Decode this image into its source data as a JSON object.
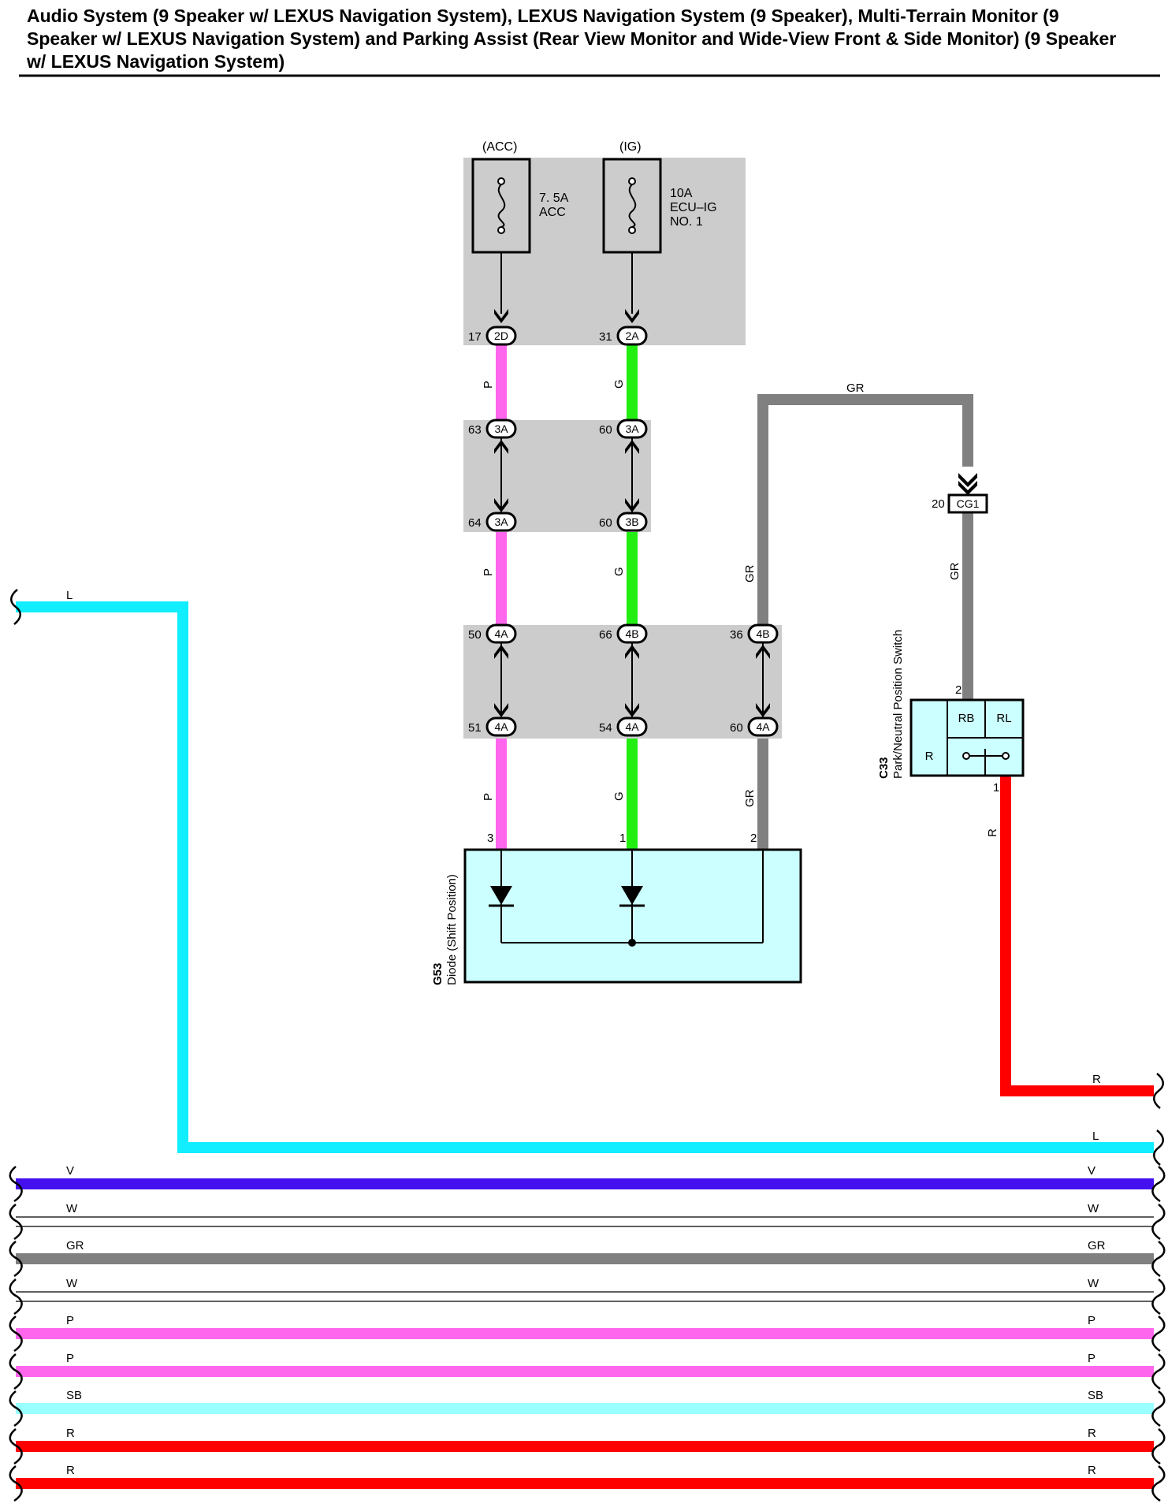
{
  "title": {
    "line1": "Audio System (9 Speaker w/ LEXUS Navigation System), LEXUS Navigation System (9 Speaker), Multi-Terrain Monitor (9",
    "line2": "Speaker w/ LEXUS Navigation System) and Parking Assist (Rear View Monitor and Wide-View Front & Side Monitor) (9 Speaker",
    "line3": "w/ LEXUS Navigation System)"
  },
  "fuses": {
    "acc": {
      "header": "(ACC)",
      "rating": "7. 5A",
      "name": "ACC"
    },
    "ig": {
      "header": "(IG)",
      "rating": "10A",
      "name1": "ECU–IG",
      "name2": "NO. 1"
    }
  },
  "connectors": {
    "c2d": {
      "code": "2D",
      "pin": "17"
    },
    "c2a": {
      "code": "2A",
      "pin": "31"
    },
    "c3a_top_p": {
      "code": "3A",
      "pin": "63"
    },
    "c3a_top_g": {
      "code": "3A",
      "pin": "60"
    },
    "c3a_bot_p": {
      "code": "3A",
      "pin": "64"
    },
    "c3b_bot_g": {
      "code": "3B",
      "pin": "60"
    },
    "c4a_top_p": {
      "code": "4A",
      "pin": "50"
    },
    "c4b_top_g": {
      "code": "4B",
      "pin": "66"
    },
    "c4b_top_gr": {
      "code": "4B",
      "pin": "36"
    },
    "c4a_bot_p": {
      "code": "4A",
      "pin": "51"
    },
    "c4a_bot_g": {
      "code": "4A",
      "pin": "54"
    },
    "c4a_bot_gr": {
      "code": "4A",
      "pin": "60"
    },
    "cg1": {
      "code": "CG1",
      "pin": "20"
    }
  },
  "wire_labels": {
    "p1": "P",
    "g1": "G",
    "p2": "P",
    "g2": "G",
    "gr_left": "GR",
    "p3": "P",
    "g3": "G",
    "gr_low": "GR",
    "gr_top": "GR",
    "gr_right": "GR",
    "r_right": "R"
  },
  "diode": {
    "id": "G53",
    "name": "Diode (Shift Position)",
    "pin_p": "3",
    "pin_g": "1",
    "pin_gr": "2"
  },
  "switch": {
    "id": "C33",
    "name": "Park/Neutral Position Switch",
    "cell_rb": "RB",
    "cell_rl": "RL",
    "cell_r": "R",
    "pin_top": "2",
    "pin_bottom": "1"
  },
  "bus": {
    "r_top": {
      "right": "R"
    },
    "l_top": {
      "left": "L",
      "right": "L"
    },
    "wires": [
      {
        "color": "V",
        "hex": "#4411ee",
        "left": "V",
        "right": "V",
        "style": "thick"
      },
      {
        "color": "W",
        "hex": "#ffffff",
        "left": "W",
        "right": "W",
        "style": "white"
      },
      {
        "color": "GR",
        "hex": "#808080",
        "left": "GR",
        "right": "GR",
        "style": "thick"
      },
      {
        "color": "W",
        "hex": "#ffffff",
        "left": "W",
        "right": "W",
        "style": "white"
      },
      {
        "color": "P",
        "hex": "#ff66ee",
        "left": "P",
        "right": "P",
        "style": "thick"
      },
      {
        "color": "P",
        "hex": "#ff66ee",
        "left": "P",
        "right": "P",
        "style": "thick"
      },
      {
        "color": "SB",
        "hex": "#99ffff",
        "left": "SB",
        "right": "SB",
        "style": "thick"
      },
      {
        "color": "R",
        "hex": "#ff0000",
        "left": "R",
        "right": "R",
        "style": "thick"
      },
      {
        "color": "R",
        "hex": "#ff0000",
        "left": "R",
        "right": "R",
        "style": "thick"
      }
    ]
  },
  "colors": {
    "pink": "#ff66ee",
    "green": "#22ee11",
    "gray": "#808080",
    "cyan": "#11eeff",
    "red": "#ff0000",
    "junction_box": "#cccccc",
    "component_fill": "#ccffff"
  }
}
